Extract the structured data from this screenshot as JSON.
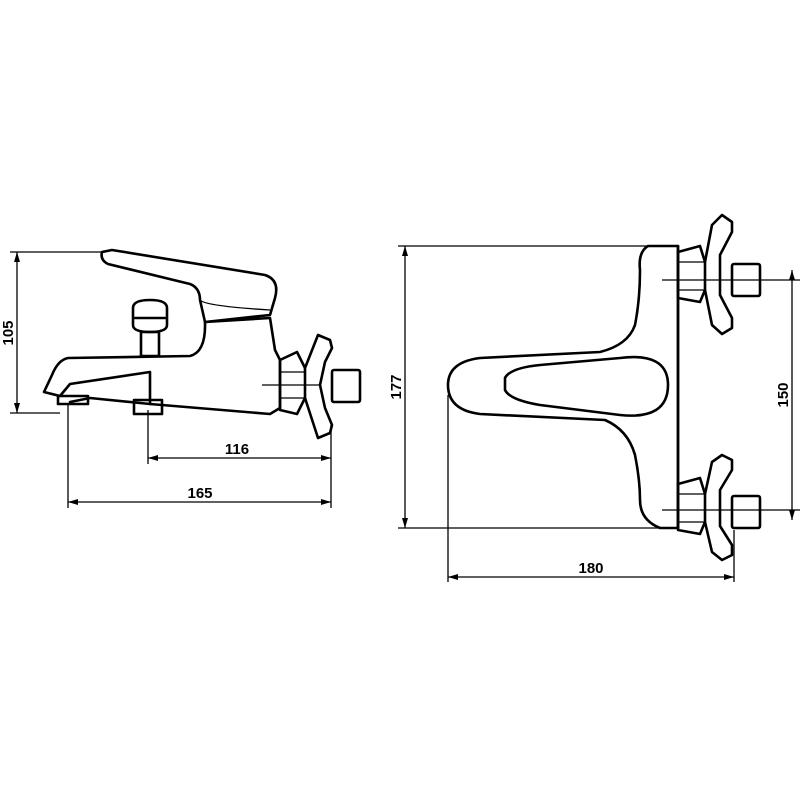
{
  "side_view": {
    "dim_height": "105",
    "dim_spout_to_inlet": "116",
    "dim_total_length": "165"
  },
  "front_view": {
    "dim_height": "177",
    "dim_inlet_spacing": "150",
    "dim_width": "180"
  }
}
